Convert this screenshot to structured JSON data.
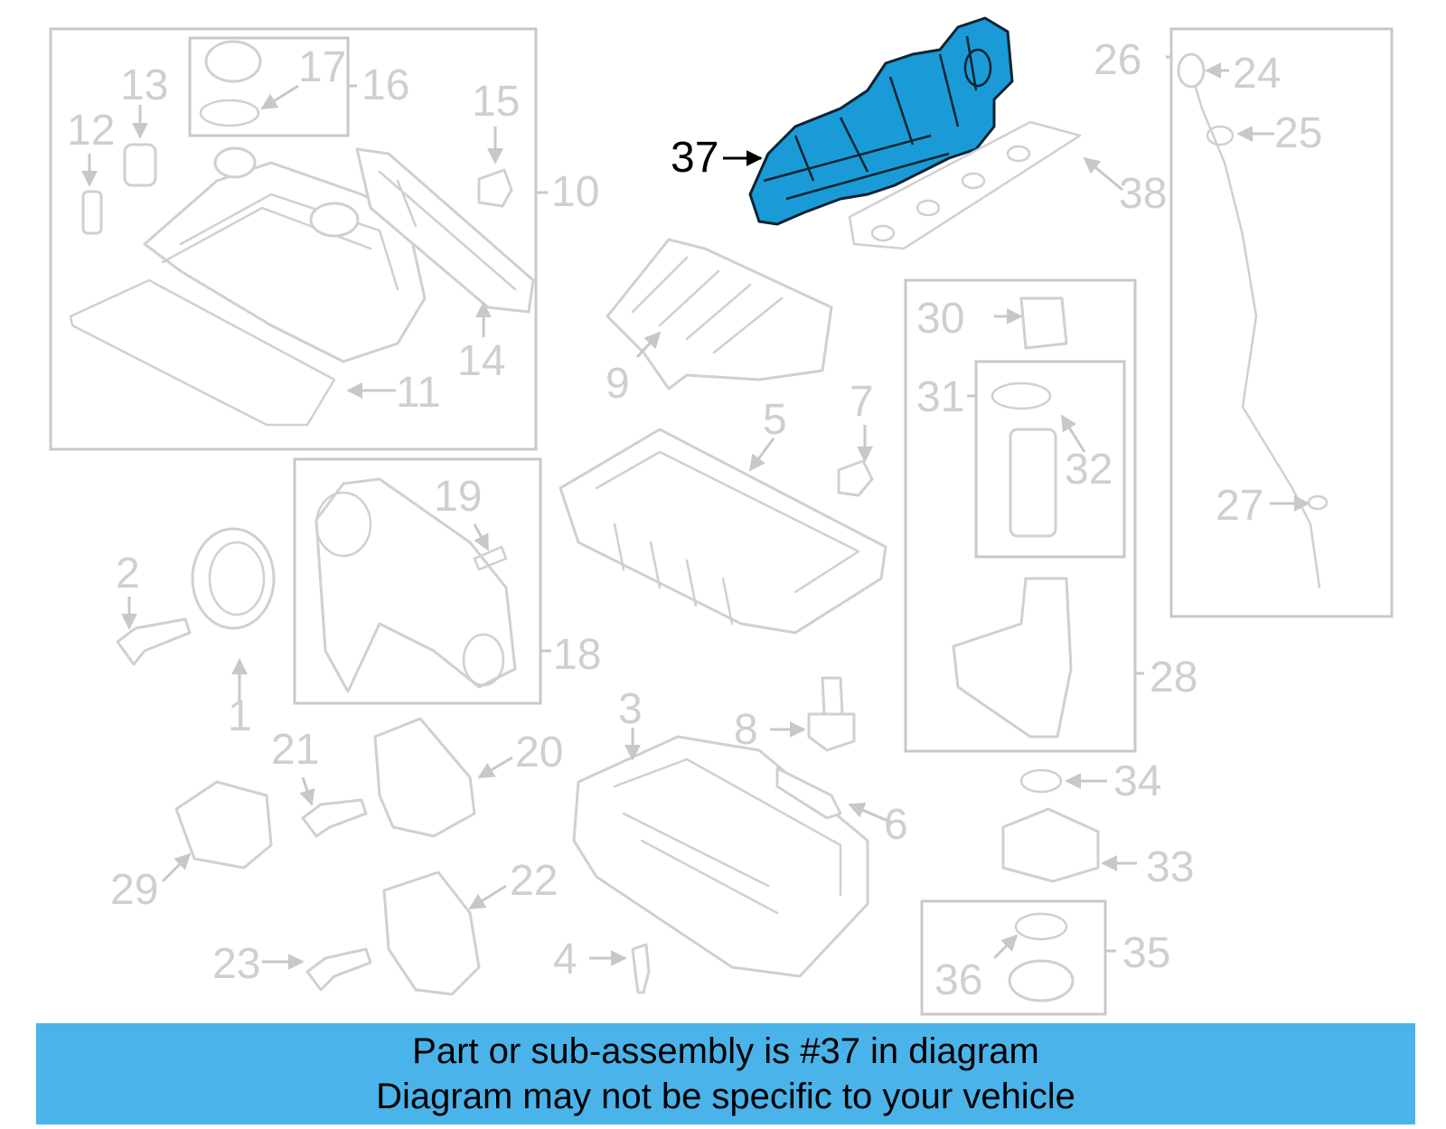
{
  "diagram": {
    "highlighted_part": "37",
    "callouts": [
      "1",
      "2",
      "3",
      "4",
      "5",
      "6",
      "7",
      "8",
      "9",
      "10",
      "11",
      "12",
      "13",
      "14",
      "15",
      "16",
      "17",
      "18",
      "19",
      "20",
      "21",
      "22",
      "23",
      "24",
      "25",
      "26",
      "27",
      "28",
      "29",
      "30",
      "31",
      "32",
      "33",
      "34",
      "35",
      "36",
      "37",
      "38"
    ]
  },
  "banner": {
    "line1": "Part or sub-assembly is #37 in diagram",
    "line2": "Diagram may not be specific to your vehicle"
  },
  "colors": {
    "highlight": "#1a9bd7",
    "banner": "#4ab3ea",
    "lines": "#d0d0d0"
  }
}
